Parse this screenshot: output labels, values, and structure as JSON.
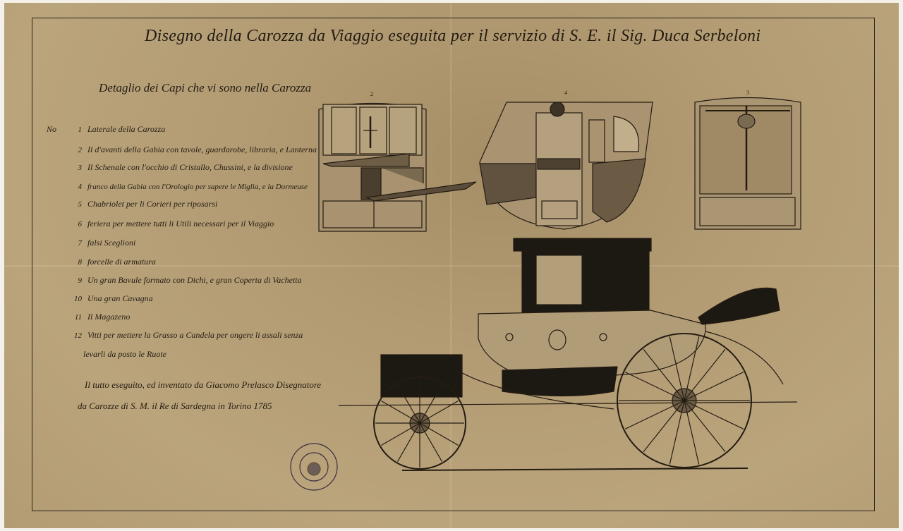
{
  "title": "Disegno della Carozza da Viaggio eseguita per il servizio di S. E. il Sig. Duca Serbeloni",
  "legend": {
    "heading": "Detaglio dei Capi che vi sono nella Carozza",
    "number_prefix": "No",
    "items": [
      {
        "no": "1",
        "text": "Laterale della Carozza"
      },
      {
        "no": "2",
        "text": "Il d'avanti della Gabia con tavole, guardarobe, libraria, e Lanterna"
      },
      {
        "no": "3",
        "text": "Il Schenale con l'occhio di Cristallo, Chussini, e la divisione"
      },
      {
        "no": "4",
        "text": "franco della Gabia con l'Orologio per sapere le Miglia, e la Dormeuse"
      },
      {
        "no": "5",
        "text": "Chabriolet per li Corieri per riposarsi"
      },
      {
        "no": "6",
        "text": "feriera per mettere tutti li Utili necessari per il Viaggio"
      },
      {
        "no": "7",
        "text": "falsi Sceglioni"
      },
      {
        "no": "8",
        "text": "forcelle di armatura"
      },
      {
        "no": "9",
        "text": "Un gran Bavule formato con Dichi, e gran Coperta di Vachetta"
      },
      {
        "no": "10",
        "text": "Una gran Cavagna"
      },
      {
        "no": "11",
        "text": "Il Magazeno"
      },
      {
        "no": "12",
        "text": "Vitti per mettere la Grasso a Candela per ongere li assali senza"
      },
      {
        "no": "",
        "text": "levarli da posto le Ruote"
      }
    ]
  },
  "footer": {
    "line1": "Il tutto eseguito, ed inventato da Giacomo Prelasco Disegnatore",
    "line2": "da Carozze di S. M. il Re di Sardegna in Torino 1785"
  },
  "drawing_labels": {
    "view_2": "2",
    "view_4": "4",
    "view_3": "3"
  },
  "colors": {
    "paper": "#b29b73",
    "ink": "#241c12",
    "fill_dark": "#1c1812"
  }
}
